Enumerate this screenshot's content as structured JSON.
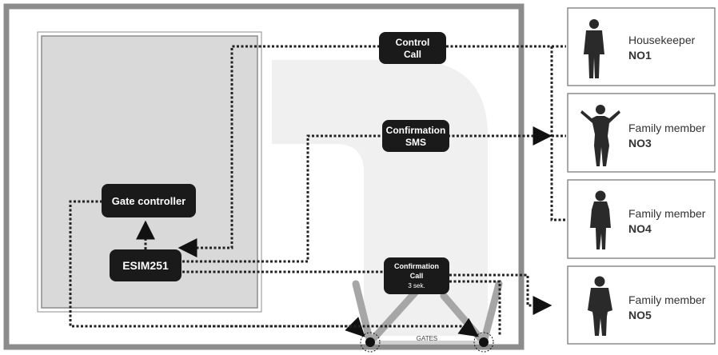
{
  "nodes": {
    "control_call": {
      "line1": "Control",
      "line2": "Call"
    },
    "confirmation_sms": {
      "line1": "Confirmation",
      "line2": "SMS"
    },
    "confirmation_call": {
      "line1": "Confirmation",
      "line2": "Call",
      "line3": "3 sek."
    },
    "gate_controller": {
      "label": "Gate controller"
    },
    "esim": {
      "label": "ESIM251"
    },
    "gates": {
      "label": "GATES"
    }
  },
  "contacts": [
    {
      "title": "Housekeeper",
      "number": "NO1",
      "icon": "man-silhouette-icon"
    },
    {
      "title": "Family member",
      "number": "NO3",
      "icon": "woman-shrugging-silhouette-icon"
    },
    {
      "title": "Family member",
      "number": "NO4",
      "icon": "girl-silhouette-icon"
    },
    {
      "title": "Family member",
      "number": "NO5",
      "icon": "boy-silhouette-icon"
    }
  ],
  "colors": {
    "pill": "#1a1a1a",
    "pill_text": "#ffffff",
    "frame": "#8c8c8c",
    "building": "#d9d9d9",
    "path_shadow": "#f0f0f0",
    "gate_arm": "#a6a6a6",
    "dotted": "#222222"
  }
}
